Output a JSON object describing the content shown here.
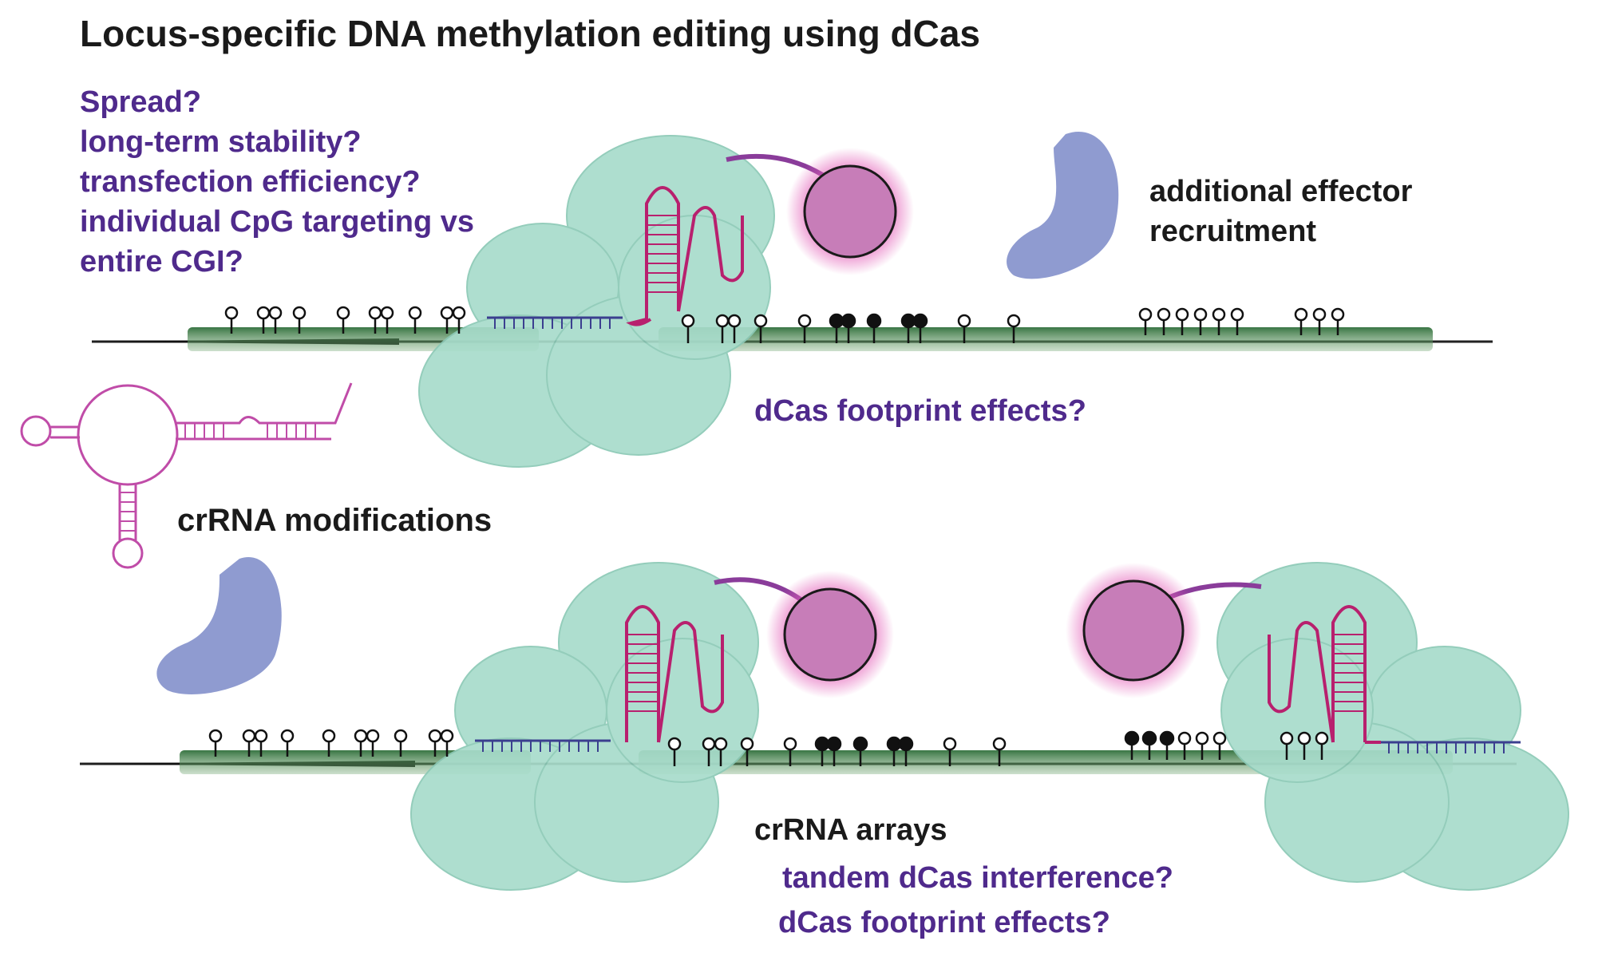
{
  "title": "Locus-specific DNA methylation editing using dCas",
  "questions_top": [
    "Spread?",
    "long-term stability?",
    "transfection efficiency?",
    "individual CpG targeting vs",
    "entire CGI?"
  ],
  "additional_effector": [
    "additional effector",
    "recruitment"
  ],
  "footprint_top": "dCas footprint effects?",
  "crrna_modifications": "crRNA modifications",
  "crrna_arrays": "crRNA arrays",
  "tandem_interference": "tandem dCas interference?",
  "footprint_bottom": "dCas footprint effects?",
  "colors": {
    "question_purple": "#4f2a8c",
    "dcas_green": "#a8dccb",
    "effector_magenta": "#c77db8",
    "recruited_blue": "#8f9bd0",
    "crrna_pink": "#b8206e",
    "dna_green": "#2f6e3a"
  },
  "icons": [
    "dcas-protein",
    "effector-domain",
    "recruited-effector",
    "crrna-hairpin",
    "methylation-lollipop",
    "crrna-structure"
  ]
}
